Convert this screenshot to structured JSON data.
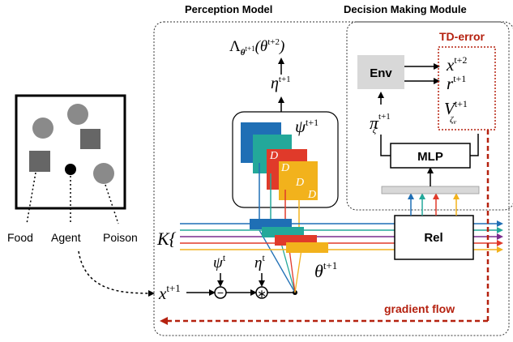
{
  "headers": {
    "perception": "Perception Model",
    "decision": "Decision Making Module"
  },
  "td_error": "TD-error",
  "gradient_flow": "gradient flow",
  "blocks": {
    "env": "Env",
    "mlp": "MLP",
    "rel": "Rel"
  },
  "legend": {
    "food": "Food",
    "agent": "Agent",
    "poison": "Poison"
  },
  "math": {
    "lambda_base": "Λ",
    "lambda_sub": "θ",
    "lambda_subsup": "t+1",
    "lambda_arg": "(θ",
    "lambda_argsup": "t+2",
    "lambda_close": ")",
    "eta": "η",
    "eta_sup": "t+1",
    "psi": "ψ",
    "psi_sup": "t+1",
    "d": "D",
    "k": "K{",
    "theta": "θ",
    "theta_sup": "t+1",
    "x": "x",
    "x_sup": "t+1",
    "psi_t": "ψ",
    "psi_t_sup": "t",
    "eta_t": "η",
    "eta_t_sup": "t",
    "minus": "−",
    "star": "∗",
    "pi": "π",
    "pi_sub": "ζ",
    "pi_sup": "t+1",
    "out_x": "x",
    "out_x_sup": "t+2",
    "out_r": "r",
    "out_r_sup": "t+1",
    "out_v": "V",
    "out_v_sub": "ζ",
    "out_v_subsub": "v",
    "out_v_sup": "t+1"
  },
  "colors": {
    "blue": "#1f6fb5",
    "teal": "#23a89a",
    "red": "#e03a2a",
    "orange": "#f2b21c",
    "purple": "#7a2c8f",
    "darkred": "#b5210f",
    "gray": "#d8d8d8"
  }
}
